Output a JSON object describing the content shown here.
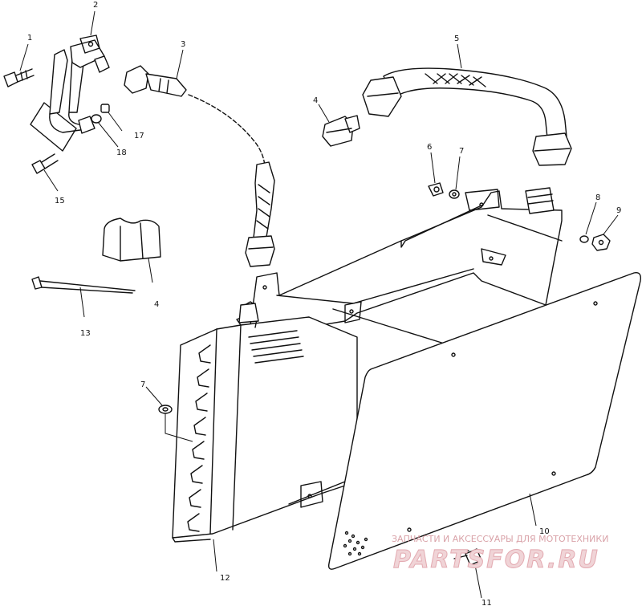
{
  "callouts": {
    "c1": "1",
    "c2": "2",
    "c3": "3",
    "c4a": "4",
    "c4b": "4",
    "c5": "5",
    "c6": "6",
    "c7a": "7",
    "c7b": "7",
    "c8": "8",
    "c9": "9",
    "c10": "10",
    "c11": "11",
    "c12": "12",
    "c13": "13",
    "c15": "15",
    "c17": "17",
    "c18": "18"
  },
  "watermark": {
    "subtitle": "ЗАПЧАСТИ И АКСЕССУАРЫ ДЛЯ МОТОТЕХНИКИ",
    "logo": "PARTSFOR.RU",
    "color": "#e3aab1"
  }
}
